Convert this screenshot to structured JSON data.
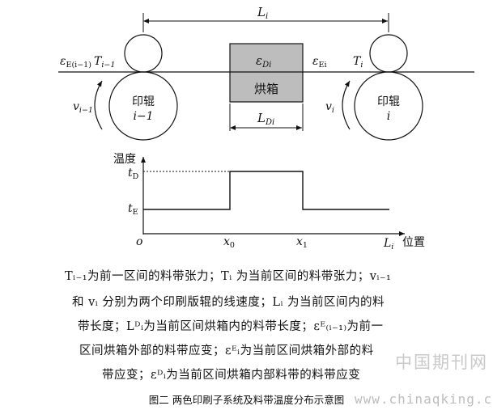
{
  "diagram": {
    "top_span_label": "L",
    "top_span_sub": "i",
    "left_tension_eps": "ε",
    "left_tension_eps_sub": "E(i−1)",
    "left_tension_T": "T",
    "left_tension_T_sub": "i−1",
    "right_tension_eps": "ε",
    "right_tension_eps_sub": "Ei",
    "right_tension_T": "T",
    "right_tension_T_sub": "i",
    "oven_eps": "ε",
    "oven_eps_sub": "Di",
    "oven_label": "烘箱",
    "oven_span_label": "L",
    "oven_span_sub": "Di",
    "left_roller_line1": "印辊",
    "left_roller_line2": "i−1",
    "right_roller_line1": "印辊",
    "right_roller_line2": "i",
    "left_speed": "v",
    "left_speed_sub": "i−1",
    "right_speed": "v",
    "right_speed_sub": "i"
  },
  "plot": {
    "ylabel": "温度",
    "xlabel": "位置",
    "y_tick_high": "t",
    "y_tick_high_sub": "D",
    "y_tick_low": "t",
    "y_tick_low_sub": "E",
    "x_origin": "o",
    "x_tick_0": "x",
    "x_tick_0_sub": "0",
    "x_tick_1": "x",
    "x_tick_1_sub": "1",
    "x_tick_end": "L",
    "x_tick_end_sub": "i"
  },
  "caption_lines": [
    "Tᵢ₋₁为前一区间的料带张力；Tᵢ 为当前区间的料带张力；vᵢ₋₁",
    "和 vᵢ 分别为两个印刷版辊的线速度；Lᵢ 为当前区间内的料",
    "带长度；Lᴰᵢ为当前区间烘箱内的料带长度；εᴱ₍ᵢ₋₁₎为前一",
    "区间烘箱外部的料带应变；εᴱᵢ为当前区间烘箱外部的料",
    "带应变；εᴰᵢ为当前区间烘箱内部料带的料带应变"
  ],
  "figure_title": "图二 两色印刷子系统及料带温度分布示意图",
  "watermark_cn": "中国期刊网",
  "watermark_url": "www.chinaqking.com",
  "colors": {
    "oven_fill": "#bdbdbd",
    "line": "#111111",
    "watermark": "#c0c0c0"
  }
}
